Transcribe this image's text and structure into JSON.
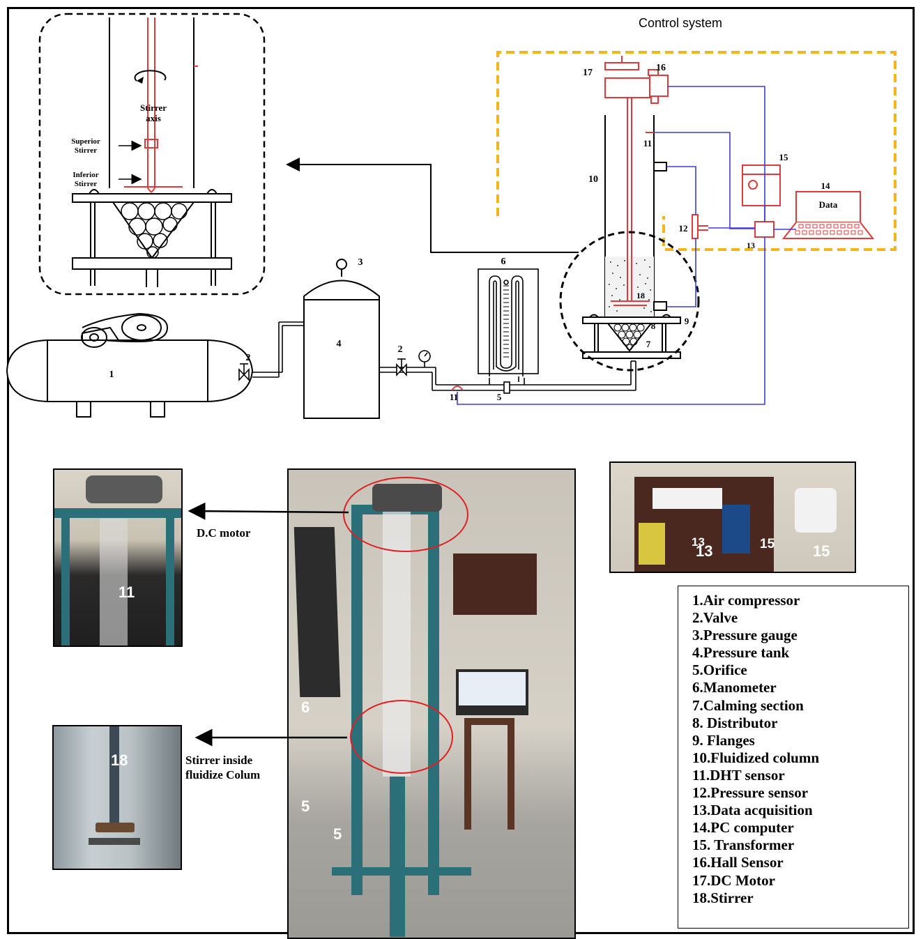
{
  "header": {
    "control_label": "Control system"
  },
  "inset": {
    "stirrer_axis_1": "Stirrer",
    "stirrer_axis_2": "axis",
    "superior_1": "Superior",
    "superior_2": "Stirrer",
    "inferior_1": "Inferior",
    "inferior_2": "Stirrer"
  },
  "diagram_numbers": {
    "n1": "1",
    "n2a": "2",
    "n2b": "2",
    "n3": "3",
    "n4": "4",
    "n5": "5",
    "n6": "6",
    "n7": "7",
    "n8": "8",
    "n9": "9",
    "n10": "10",
    "n11a": "11",
    "n11b": "11",
    "n12": "12",
    "n13": "13",
    "n14": "14",
    "n15": "15",
    "n16": "16",
    "n17": "17",
    "n18": "18"
  },
  "laptop_label": "Data",
  "photos": {
    "motor_tag": "11",
    "stirrer_tag": "18",
    "main_tag_6": "6",
    "main_tag_5a": "5",
    "main_tag_5b": "5",
    "panel_tag_13a": "13",
    "panel_tag_13b": "13",
    "panel_tag_15a": "15",
    "panel_tag_15b": "15"
  },
  "captions": {
    "dc_motor": "D.C motor",
    "stirrer_inside_1": "Stirrer inside",
    "stirrer_inside_2": "fluidize Colum"
  },
  "legend": [
    "1.Air compressor",
    "2.Valve",
    "3.Pressure gauge",
    "4.Pressure tank",
    "5.Orifice",
    "6.Manometer",
    "7.Calming section",
    "8. Distributor",
    "9. Flanges",
    "10.Fluidized column",
    "11.DHT sensor",
    "12.Pressure sensor",
    "13.Data acquisition",
    "14.PC computer",
    "15. Transformer",
    "16.Hall Sensor",
    "17.DC Motor",
    "18.Stirrer"
  ],
  "colors": {
    "red": "#e23a3a",
    "blue": "#3b3bdc",
    "orange": "#f2b51c",
    "teal": "#2b6f78"
  }
}
